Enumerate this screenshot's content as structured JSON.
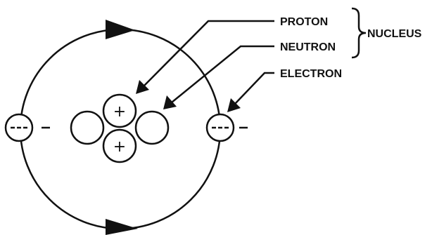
{
  "diagram": {
    "labels": {
      "proton": "PROTON",
      "neutron": "NEUTRON",
      "electron": "ELECTRON",
      "nucleus": "NUCLEUS"
    },
    "symbols": {
      "proton_charge": "+",
      "electron_charge": "-"
    }
  }
}
